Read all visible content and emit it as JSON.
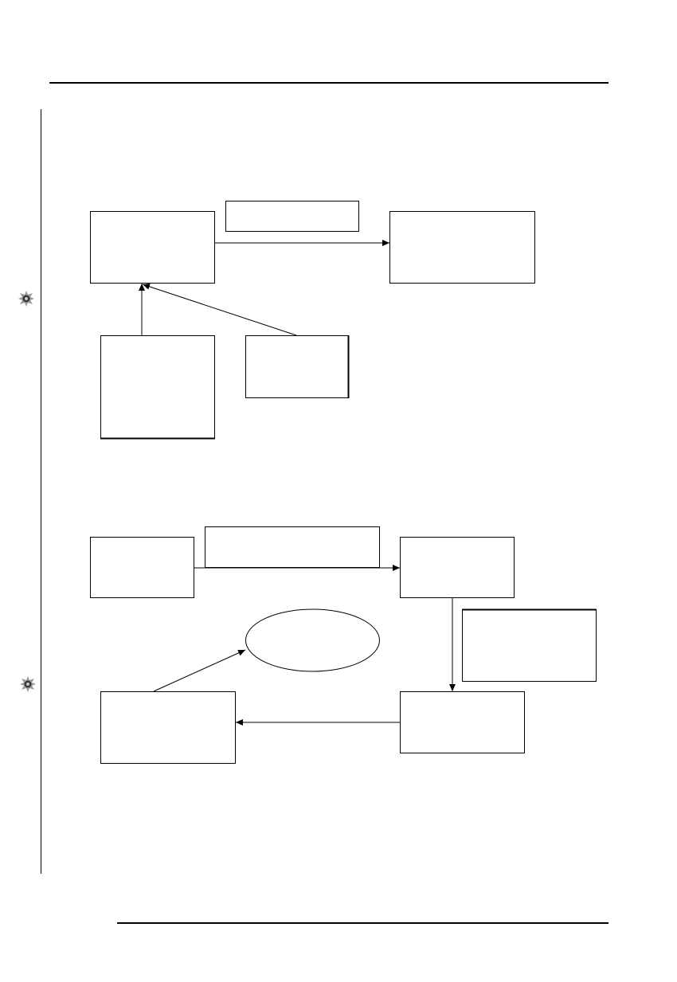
{
  "diagram_1": {
    "nodes": [
      {
        "id": "d1-source",
        "label": ""
      },
      {
        "id": "d1-caption",
        "label": ""
      },
      {
        "id": "d1-target",
        "label": ""
      },
      {
        "id": "d1-input-left",
        "label": ""
      },
      {
        "id": "d1-input-right",
        "label": ""
      }
    ]
  },
  "diagram_2": {
    "nodes": [
      {
        "id": "d2-start",
        "label": ""
      },
      {
        "id": "d2-caption",
        "label": ""
      },
      {
        "id": "d2-step",
        "label": ""
      },
      {
        "id": "d2-note",
        "label": ""
      },
      {
        "id": "d2-next",
        "label": ""
      },
      {
        "id": "d2-result",
        "label": ""
      },
      {
        "id": "d2-ellipse",
        "label": ""
      }
    ]
  },
  "colors": {
    "stroke": "#000000",
    "background": "#ffffff"
  },
  "icons": {
    "margin_marker": "gear-emblem-icon"
  }
}
